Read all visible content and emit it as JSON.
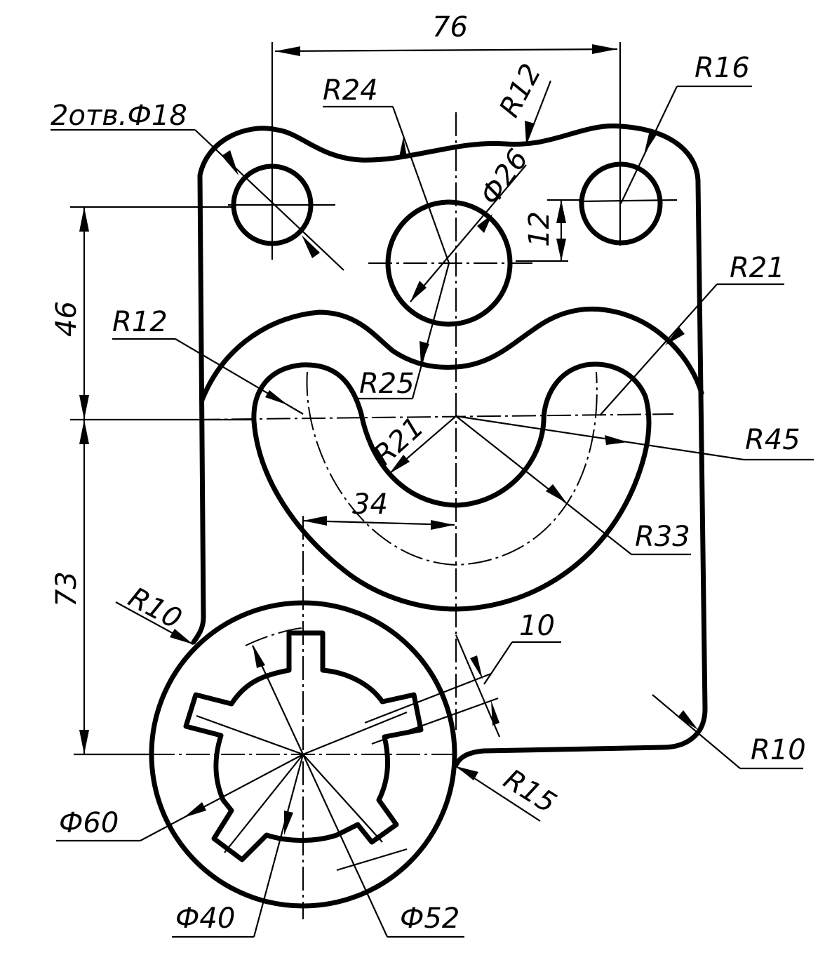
{
  "labels": {
    "holes": "2отв.Ф18",
    "dim_76": "76",
    "r24": "R24",
    "r12_top": "R12",
    "r16": "R16",
    "d26": "Ф26",
    "dim_12": "12",
    "dim_46": "46",
    "r21_right": "R21",
    "r12_left": "R12",
    "r25": "R25",
    "r21_inner": "R21",
    "r45": "R45",
    "dim_34": "34",
    "r33": "R33",
    "dim_73": "73",
    "r10_left": "R10",
    "dim_10": "10",
    "r10_right": "R10",
    "r15": "R15",
    "d60": "Ф60",
    "d40": "Ф40",
    "d52": "Ф52"
  }
}
